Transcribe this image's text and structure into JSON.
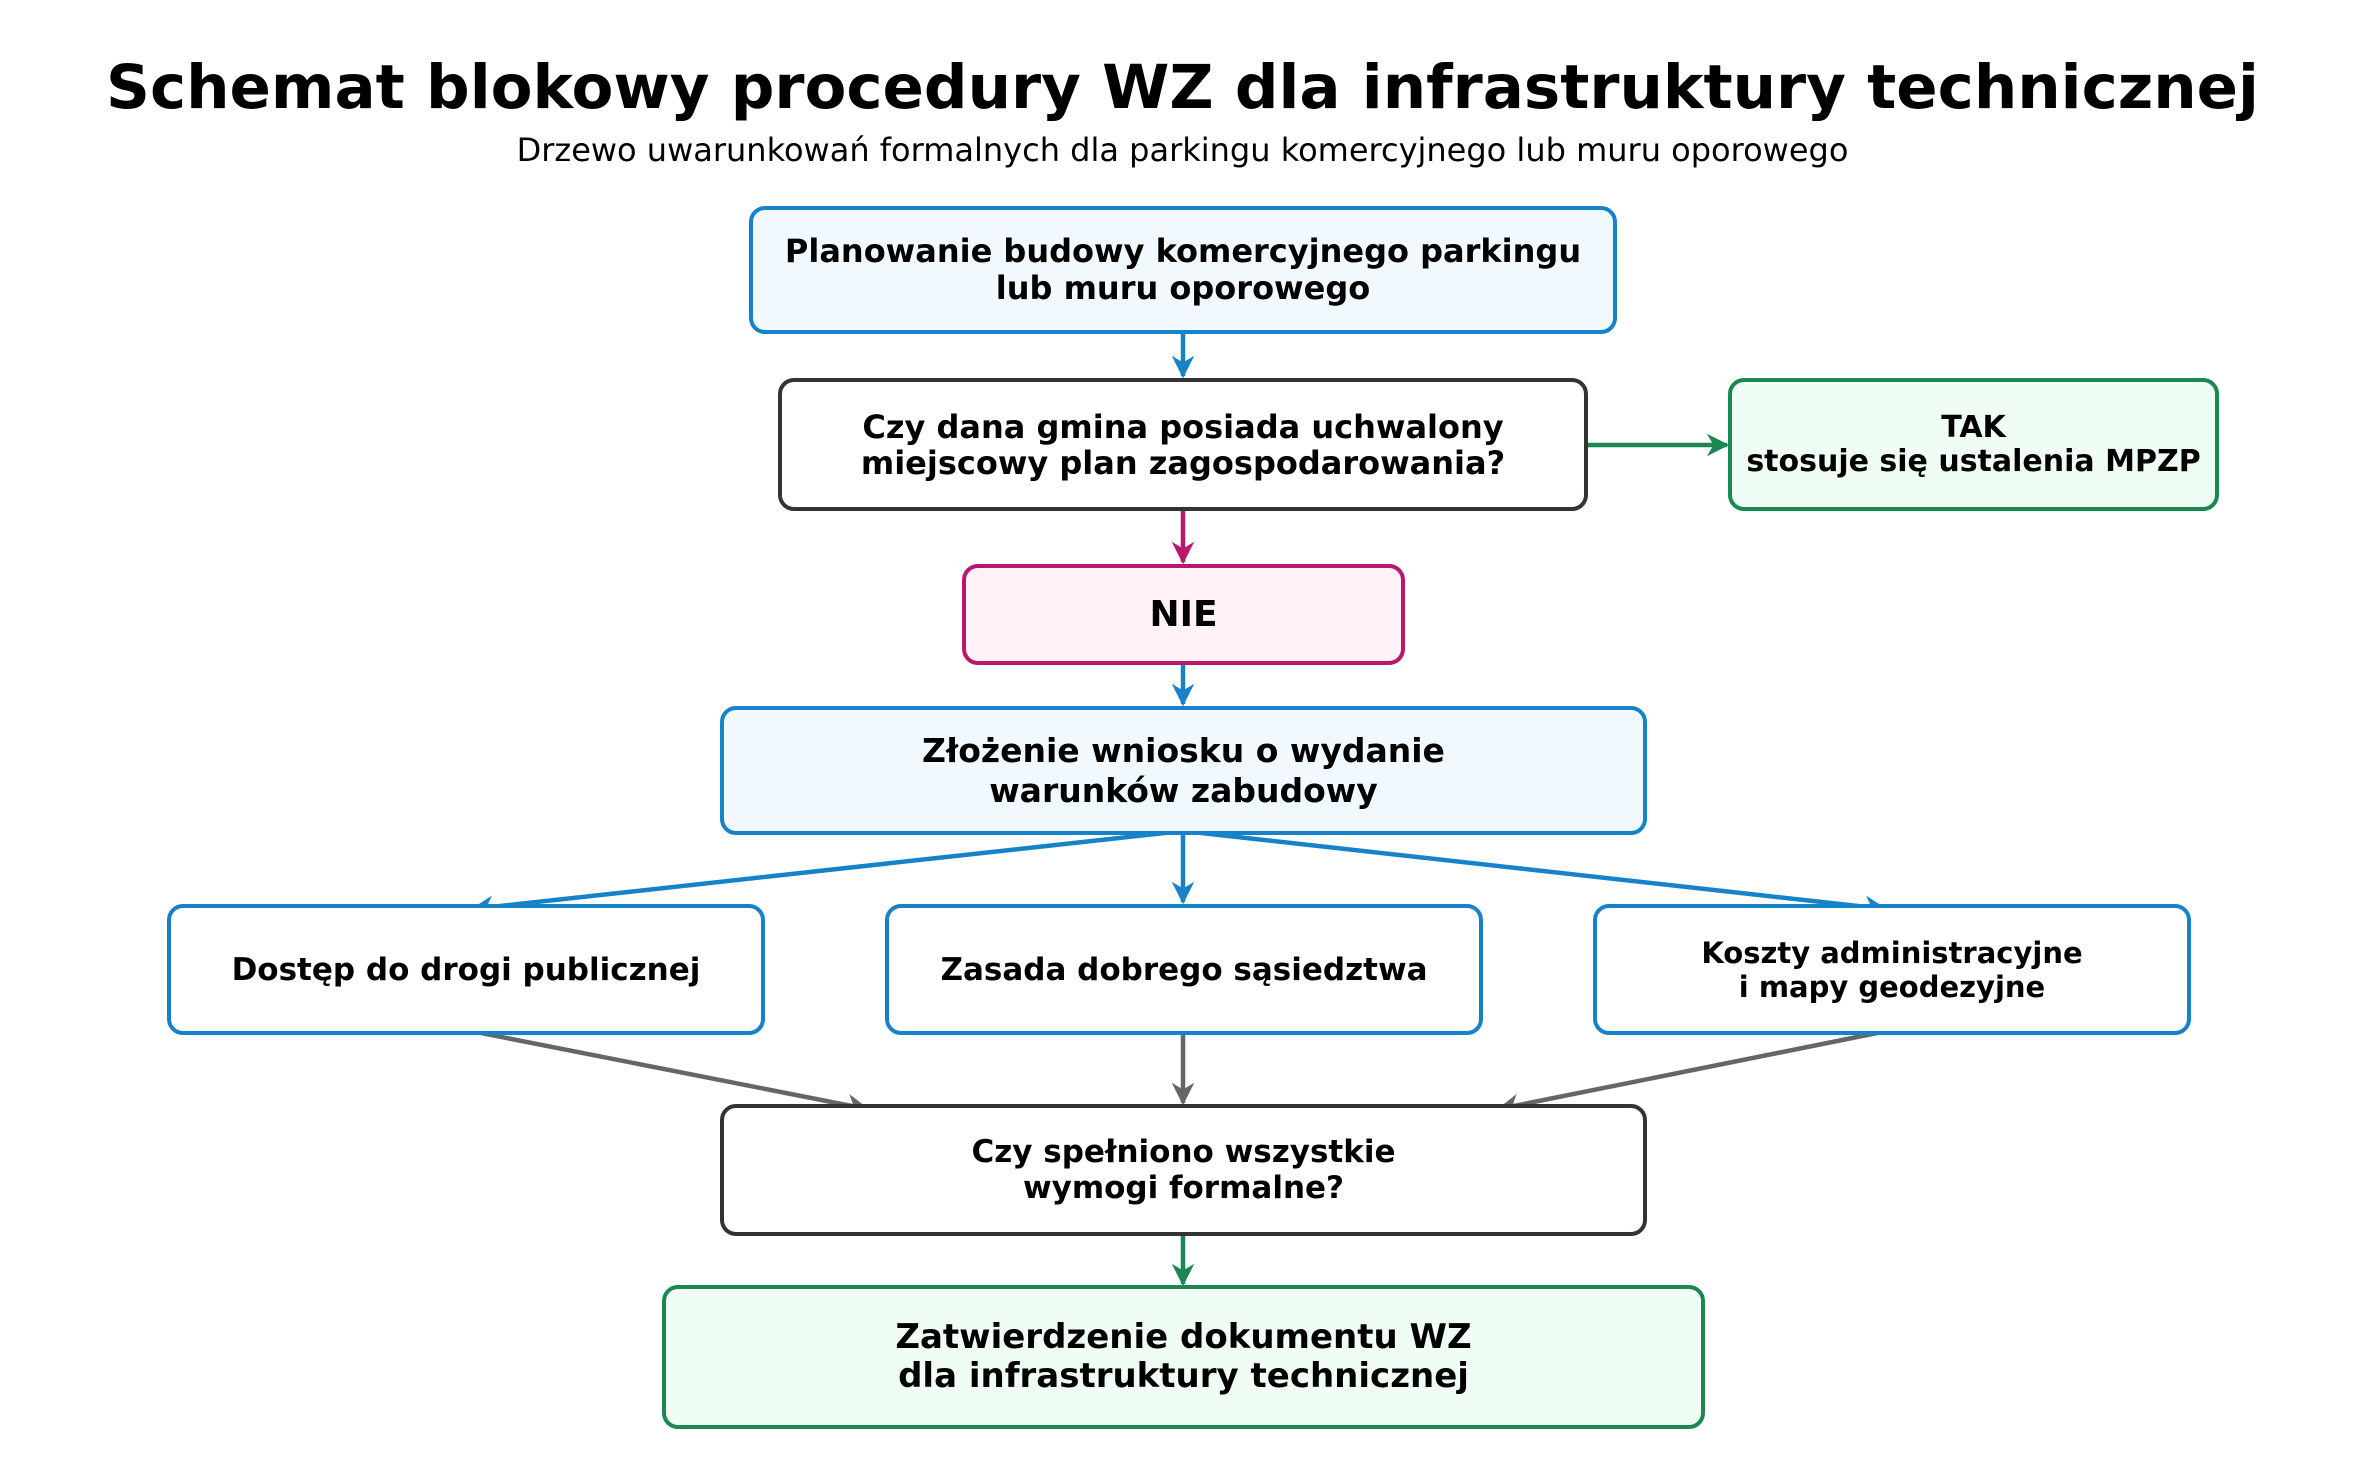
{
  "header": {
    "title": "Schemat blokowy procedury WZ dla infrastruktury technicznej",
    "subtitle": "Drzewo uwarunkowań formalnych dla parkingu komercyjnego lub muru oporowego"
  },
  "nodes": {
    "start": "Planowanie budowy komercyjnego parkingu\nlub muru oporowego",
    "question_mpzp": "Czy dana gmina posiada uchwalony\nmiejscowy plan zagospodarowania?",
    "yes_branch": "TAK\nstosuje się ustalenia MPZP",
    "no_branch": "NIE",
    "application": "Złożenie wniosku o wydanie\nwarunków zabudowy",
    "road_access": "Dostęp do drogi publicznej",
    "neighborhood": "Zasada dobrego sąsiedztwa",
    "costs": "Koszty administracyjne\ni mapy geodezyjne",
    "question_requirements": "Czy spełniono wszystkie\nwymogi formalne?",
    "approval": "Zatwierdzenie dokumentu WZ\ndla infrastruktury technicznej"
  },
  "colors": {
    "blue": "#1682c7",
    "green": "#1a8850",
    "pink": "#b8186d",
    "dark": "#333333",
    "gray": "#666666"
  }
}
